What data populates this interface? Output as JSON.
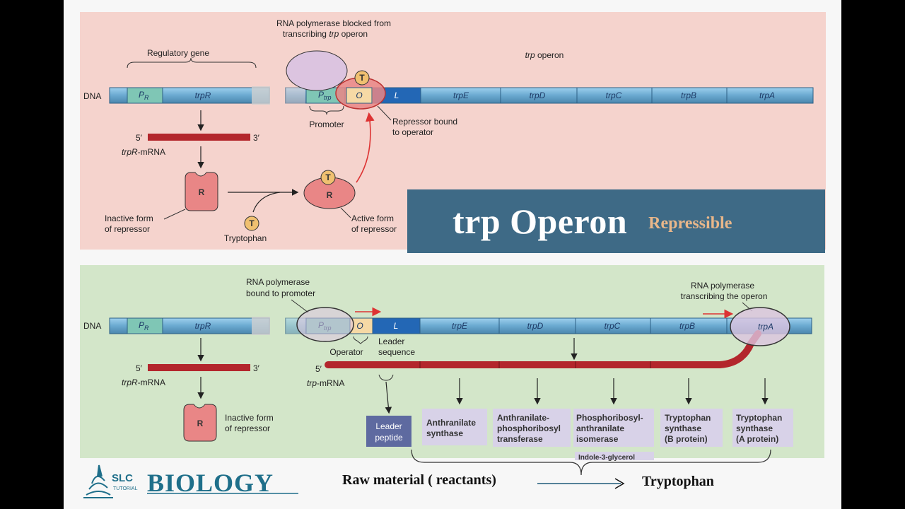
{
  "top_panel": {
    "dna_label": "DNA",
    "regulatory_gene_label": "Regulatory gene",
    "pr_label": "P",
    "pr_sub": "R",
    "trpR_label": "trpR",
    "ptrp_label": "P",
    "ptrp_sub": "trp",
    "o_label": "O",
    "l_label": "L",
    "genes": [
      "trpE",
      "trpD",
      "trpC",
      "trpB",
      "trpA"
    ],
    "operon_label_italic": "trp",
    "operon_label_rest": " operon",
    "polymerase_blocked_line1": "RNA polymerase blocked from",
    "polymerase_blocked_line2_pre": "transcribing ",
    "polymerase_blocked_line2_italic": "trp",
    "polymerase_blocked_line2_post": " operon",
    "promoter_label": "Promoter",
    "repressor_bound_line1": "Repressor bound",
    "repressor_bound_line2": "to operator",
    "mrna_5": "5′",
    "mrna_3": "3′",
    "mrna_label_italic": "trpR",
    "mrna_label_rest": "-mRNA",
    "repressor_letter": "R",
    "inactive_line1": "Inactive form",
    "inactive_line2": "of repressor",
    "tryptophan_letter": "T",
    "tryptophan_label": "Tryptophan",
    "active_line1": "Active form",
    "active_line2": "of repressor"
  },
  "banner": {
    "title": "trp Operon",
    "subtitle": "Repressible",
    "bg_color": "#3e6a86"
  },
  "bottom_panel": {
    "dna_label": "DNA",
    "pr_label": "P",
    "pr_sub": "R",
    "trpR_label": "trpR",
    "ptrp_label": "P",
    "ptrp_sub": "trp",
    "o_label": "O",
    "l_label": "L",
    "genes": [
      "trpE",
      "trpD",
      "trpC",
      "trpB",
      "trpA"
    ],
    "polymerase_bound_line1": "RNA polymerase",
    "polymerase_bound_line2": "bound to promoter",
    "polymerase_transcribing_line1": "RNA polymerase",
    "polymerase_transcribing_line2": "transcribing the operon",
    "operator_label": "Operator",
    "leader_line1": "Leader",
    "leader_line2": "sequence",
    "mrna_5": "5′",
    "mrna_3": "3′",
    "trpR_mrna_italic": "trpR",
    "trpR_mrna_rest": "-mRNA",
    "trp_mrna_5": "5′",
    "trp_mrna_italic": "trp",
    "trp_mrna_rest": "-mRNA",
    "repressor_letter": "R",
    "inactive_line1": "Inactive form",
    "inactive_line2": "of repressor",
    "leader_peptide_line1": "Leader",
    "leader_peptide_line2": "peptide",
    "enzymes": [
      {
        "line1": "Anthranilate",
        "line2": "synthase",
        "line3": ""
      },
      {
        "line1": "Anthranilate-",
        "line2": "phosphoribosyl",
        "line3": "transferase"
      },
      {
        "line1": "Phosphoribosyl-",
        "line2": "anthranilate",
        "line3": "isomerase"
      },
      {
        "line1": "Tryptophan",
        "line2": "synthase",
        "line3": "(B protein)"
      },
      {
        "line1": "Tryptophan",
        "line2": "synthase",
        "line3": "(A protein)"
      }
    ],
    "hidden_enzyme_fragment": "Indole-3-glycerol"
  },
  "footer": {
    "logo_text": "SLC",
    "logo_sub": "TUTORIAL",
    "brand": "BIOLOGY",
    "raw_material": "Raw material ( reactants)",
    "product": "Tryptophan"
  },
  "colors": {
    "top_bg": "#f5d3cd",
    "bottom_bg": "#d3e6c9",
    "dna_blue": "#6aa9d0",
    "mrna_red": "#b3262c",
    "repressor": "#e98686",
    "polymerase": "#dcc4e0",
    "tryptophan": "#f0c070",
    "promoter_green": "#7fc6b5",
    "operator_tan": "#f6d9a5",
    "leader_blue": "#2367b5"
  }
}
